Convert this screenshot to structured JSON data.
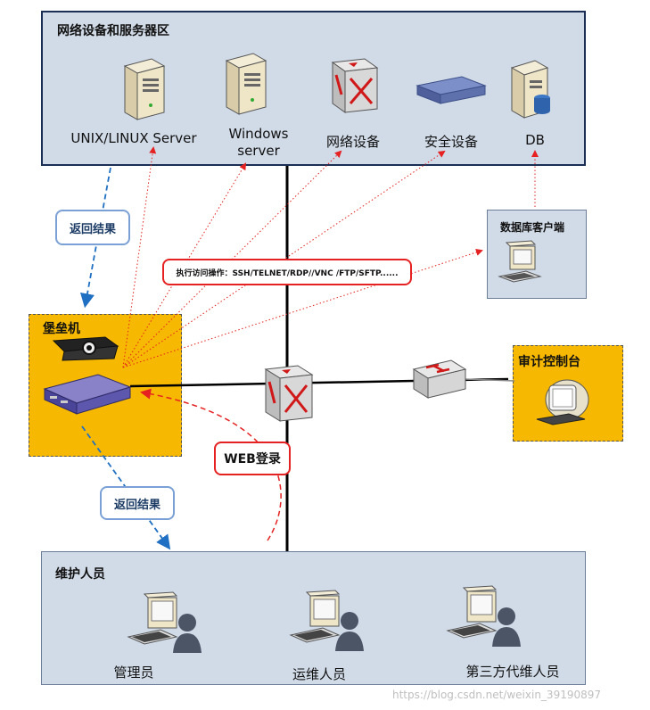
{
  "zones": {
    "top_title": "网络设备和服务器区",
    "bastion_title": "堡垒机",
    "audit_title": "审计控制台",
    "db_client_title": "数据库客户端",
    "ops_title": "维护人员"
  },
  "devices": {
    "unix": "UNIX/LINUX Server",
    "windows_line1": "Windows",
    "windows_line2": "server",
    "network": "网络设备",
    "security": "安全设备",
    "db": "DB"
  },
  "people": {
    "admin": "管理员",
    "ops": "运维人员",
    "third": "第三方代维人员"
  },
  "callouts": {
    "return_top": "返回结果",
    "return_bottom": "返回结果",
    "exec": "执行访问操作：SSH/TELNET/RDP//VNC /FTP/SFTP......",
    "web_login": "WEB登录"
  },
  "watermark": "https://blog.csdn.net/weixin_39190897"
}
